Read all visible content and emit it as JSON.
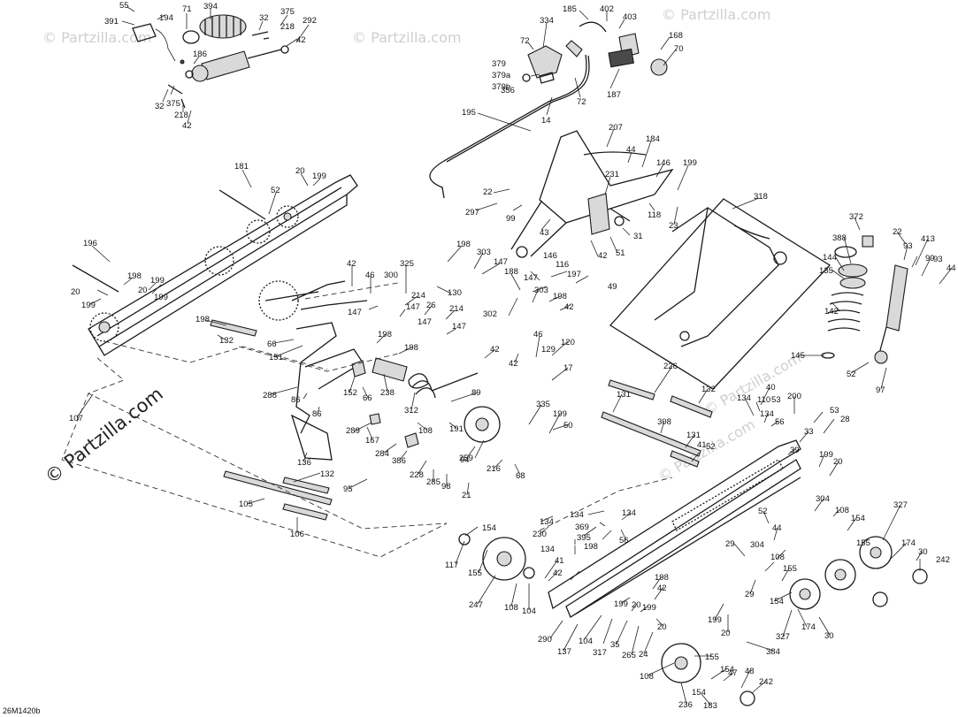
{
  "diagram": {
    "reference_code": "26M1420b",
    "watermark_main": "© Partzilla.com",
    "watermark_faint": "© Partzilla.com",
    "callouts": {
      "c55": "55",
      "c391": "391",
      "c194": "194",
      "c71": "71",
      "c394": "394",
      "c32a": "32",
      "c375a": "375",
      "c218a": "218",
      "c292": "292",
      "c42a": "42",
      "c186": "186",
      "c32b": "32",
      "c375b": "375",
      "c218b": "218",
      "c42b": "42",
      "c185": "185",
      "c402": "402",
      "c403": "403",
      "c334": "334",
      "c168": "168",
      "c70": "70",
      "c72a": "72",
      "c379": "379",
      "c379a": "379a",
      "c379b": "379b",
      "c356": "356",
      "c72b": "72",
      "c187": "187",
      "c14": "14",
      "c195": "195",
      "c207": "207",
      "c44a": "44",
      "c184": "184",
      "c146a": "146",
      "c199a": "199",
      "c231": "231",
      "c22a": "22",
      "c297": "297",
      "c99a": "99",
      "c118": "118",
      "c23": "23",
      "c43": "43",
      "c31": "31",
      "c42c": "42",
      "c51": "51",
      "c318": "318",
      "c181": "181",
      "c20a": "20",
      "c199b": "199",
      "c52a": "52",
      "c196": "196",
      "c198a": "198",
      "c20b": "20",
      "c199c": "199",
      "c199d": "199",
      "c20c": "20",
      "c198b": "198",
      "c325": "325",
      "c303a": "303",
      "c147a": "147",
      "c42d": "42",
      "c46a": "46",
      "c300": "300",
      "c130": "130",
      "c214a": "214",
      "c147b": "147",
      "c26": "26",
      "c147c": "147",
      "c214b": "214",
      "c147d": "147",
      "c188": "188",
      "c146b": "146",
      "c116": "116",
      "c197": "197",
      "c49": "49",
      "c147e": "147",
      "c303b": "303",
      "c198c": "198",
      "c302": "302",
      "c42e": "42",
      "c198d": "198",
      "c132a": "132",
      "c66a": "66",
      "c151": "151",
      "c198e": "198",
      "c198f": "198",
      "c42f": "42",
      "c46b": "46",
      "c129": "129",
      "c120": "120",
      "c17": "17",
      "c288": "288",
      "c152": "152",
      "c66b": "66",
      "c238": "238",
      "c312": "312",
      "c89": "89",
      "c86a": "86",
      "c86b": "86",
      "c108a": "108",
      "c191": "191",
      "c259": "259",
      "c335": "335",
      "c199e": "199",
      "c50": "50",
      "c289": "289",
      "c167": "167",
      "c136": "136",
      "c284": "284",
      "c386": "386",
      "c228": "228",
      "c285": "285",
      "c98": "98",
      "c94": "94",
      "c216": "216",
      "c68": "68",
      "c21": "21",
      "c107": "107",
      "c95": "95",
      "c132b": "132",
      "c105": "105",
      "c106": "106",
      "c372": "372",
      "c388": "388",
      "c144": "144",
      "c135": "135",
      "c22b": "22",
      "c93a": "93",
      "c413": "413",
      "c99b": "99",
      "c93b": "93",
      "c44b": "44",
      "c142": "142",
      "c145": "145",
      "c52b": "52",
      "c97": "97",
      "c226": "226",
      "c132c": "132",
      "c131a": "131",
      "c308": "308",
      "c131b": "131",
      "c41a": "41",
      "c52c": "52",
      "c134a": "134",
      "c110": "110",
      "c134b": "134",
      "c56a": "56",
      "c40": "40",
      "c53a": "53",
      "c200": "200",
      "c53b": "53",
      "c28": "28",
      "c33": "33",
      "c39": "39",
      "c199f": "199",
      "c20d": "20",
      "c304a": "304",
      "c108b": "108",
      "c327a": "327",
      "c154a": "154",
      "c155a": "155",
      "c174a": "174",
      "c30a": "30",
      "c242a": "242",
      "c52d": "52",
      "c44c": "44",
      "c29a": "29",
      "c304b": "304",
      "c108c": "108",
      "c155b": "155",
      "c154b": "154",
      "c29b": "29",
      "c327b": "327",
      "c174b": "174",
      "c30b": "30",
      "c134c": "134",
      "c134d": "134",
      "c134e": "134",
      "c230": "230",
      "c369": "369",
      "c395": "395",
      "c56b": "56",
      "c134f": "134",
      "c198g": "198",
      "c154c": "154",
      "c117": "117",
      "c155c": "155",
      "c41b": "41",
      "c247": "247",
      "c108d": "108",
      "c104a": "104",
      "c198h": "198",
      "c42g": "42",
      "c199g": "199",
      "c20e": "20",
      "c199h": "199",
      "c290": "290",
      "c104b": "104",
      "c317": "317",
      "c35": "35",
      "c265": "265",
      "c24": "24",
      "c137": "137",
      "c384": "384",
      "c155d": "155",
      "c48": "48",
      "c154d": "154",
      "c47": "47",
      "c242b": "242",
      "c108e": "108",
      "c236": "236",
      "c183": "183"
    }
  }
}
